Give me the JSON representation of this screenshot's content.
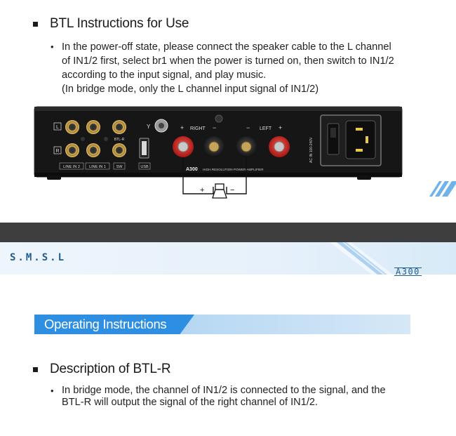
{
  "btl_section": {
    "heading": "BTL Instructions for Use",
    "lines": [
      "In the power-off state, please connect the speaker cable to the L channel",
      "of IN1/2 first, select br1 when the power is turned on, then switch to IN1/2",
      "according to the input signal, and play music.",
      "(In bridge mode, only the L channel input signal of IN1/2)"
    ]
  },
  "panel": {
    "labels": {
      "line_in2": "LINE IN 2",
      "line_in1": "LINE IN 1",
      "sw": "SW",
      "usb": "USB",
      "btl_r": "BTL-R",
      "left_ch": "L",
      "right_ch": "R",
      "right": "RIGHT",
      "left": "LEFT",
      "plus": "+",
      "minus": "−",
      "brand_model": "A300",
      "product_line": "HIGH RESOLUTION POWER AMPLIFIER",
      "ac_input": "AC IN 100-240V"
    },
    "wire_plus": "+",
    "wire_minus": "−"
  },
  "brand": {
    "logo": "S.M.S.L",
    "model": "A300"
  },
  "operating": {
    "title": "Operating Instructions"
  },
  "btlr_section": {
    "heading": "Description of BTL-R",
    "lines": [
      "In bridge mode, the channel of IN1/2 is connected to the signal, and the",
      "BTL-R will output the signal of the right channel of IN1/2."
    ]
  },
  "colors": {
    "accent_blue": "#2e8fe2",
    "dark_band": "#3e3e3e",
    "terminal_red": "#d42a2a"
  }
}
